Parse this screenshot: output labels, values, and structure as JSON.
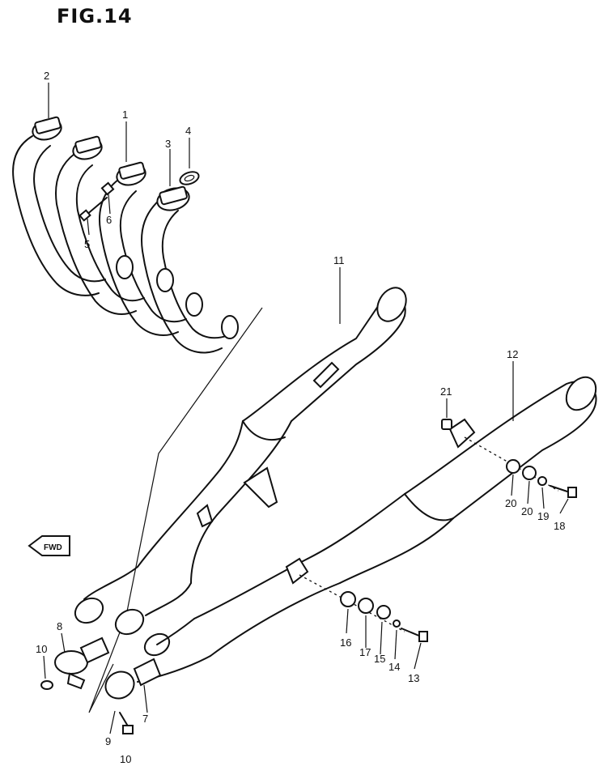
{
  "figure": {
    "title": "FIG.14",
    "direction_label": "FWD"
  },
  "callouts": {
    "p1": "1",
    "p2": "2",
    "p3": "3",
    "p4": "4",
    "p5": "5",
    "p6": "6",
    "p7": "7",
    "p8": "8",
    "p9": "9",
    "p10a": "10",
    "p10b": "10",
    "p11": "11",
    "p12": "12",
    "p13": "13",
    "p14": "14",
    "p15": "15",
    "p16": "16",
    "p17": "17",
    "p18": "18",
    "p19": "19",
    "p20a": "20",
    "p20b": "20",
    "p21": "21"
  }
}
